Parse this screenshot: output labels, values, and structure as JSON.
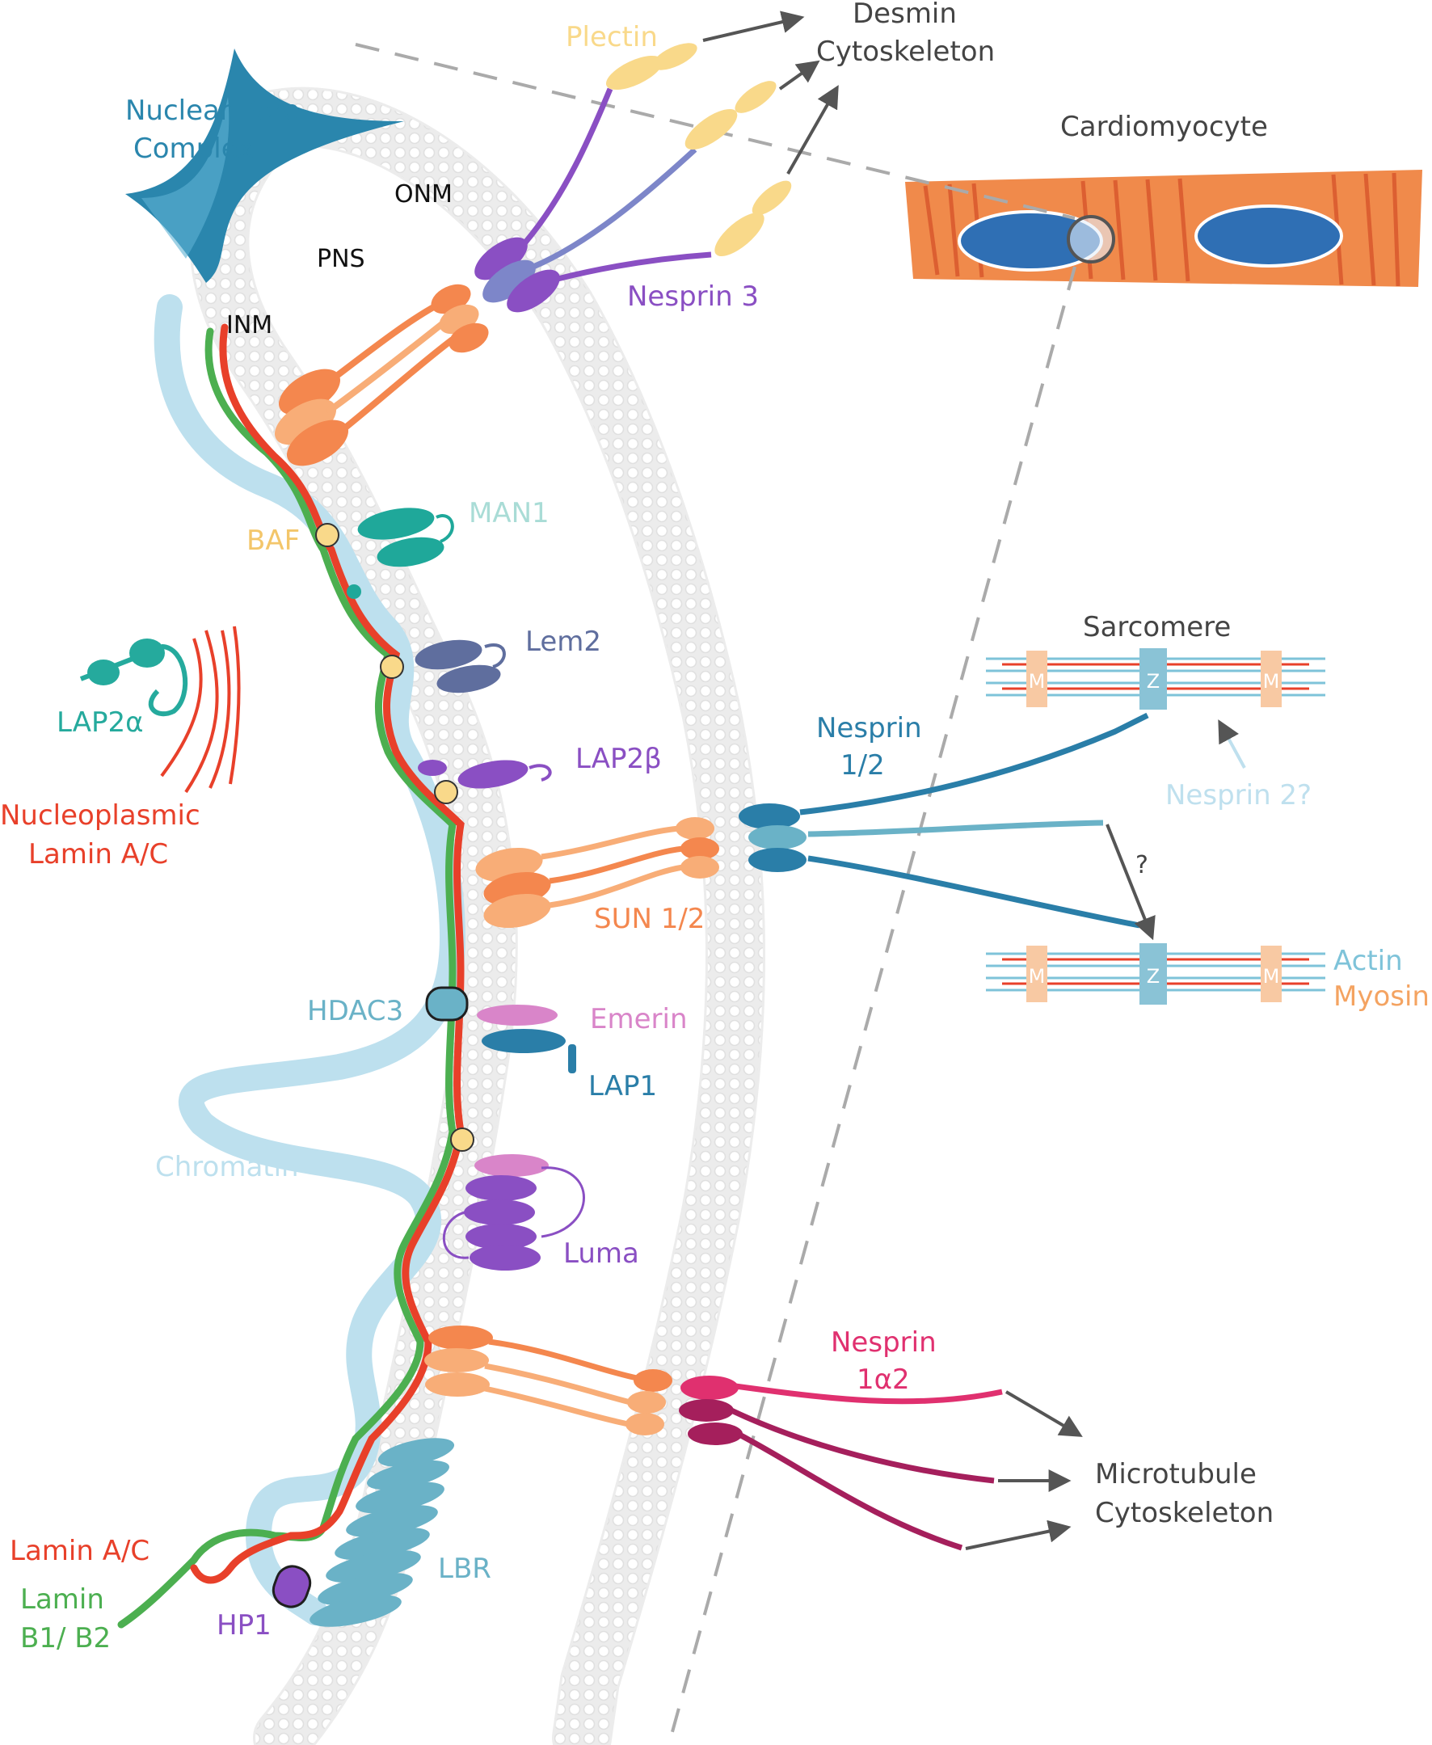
{
  "labels": {
    "nuclear_pore_1": "Nuclear Pore",
    "nuclear_pore_2": "Complex",
    "plectin": "Plectin",
    "desmin_1": "Desmin",
    "desmin_2": "Cytoskeleton",
    "cardiomyocyte": "Cardiomyocyte",
    "onm": "ONM",
    "pns": "PNS",
    "inm": "INM",
    "nesprin3": "Nesprin 3",
    "man1": "MAN1",
    "baf": "BAF",
    "lem2": "Lem2",
    "lap2a": "LAP2α",
    "lap2b": "LAP2β",
    "nucleoplasmic_1": "Nucleoplasmic",
    "nucleoplasmic_2": "Lamin A/C",
    "sarcomere": "Sarcomere",
    "nesprin12_1": "Nesprin",
    "nesprin12_2": "1/2",
    "nesprin2q": "Nesprin 2?",
    "question": "?",
    "sun12": "SUN 1/2",
    "hdac3": "HDAC3",
    "emerin": "Emerin",
    "lap1": "LAP1",
    "actin": "Actin",
    "myosin": "Myosin",
    "chromatin": "Chromatin",
    "luma": "Luma",
    "nesprin1a2_1": "Nesprin",
    "nesprin1a2_2": "1α2",
    "microtubule_1": "Microtubule",
    "microtubule_2": "Cytoskeleton",
    "lamin_ac": "Lamin A/C",
    "lamin_b_1": "Lamin",
    "lamin_b_2": "B1/ B2",
    "lbr": "LBR",
    "hp1": "HP1",
    "band_m": "M",
    "band_z": "Z"
  },
  "colors": {
    "nuclear_pore": "#2a86ad",
    "plectin": "#f9d98a",
    "nesprin3": "#8a4fc3",
    "man1": "#a9dcd6",
    "man1_protein": "#1fa89a",
    "baf": "#f3c66a",
    "lem2": "#5f6e9e",
    "lap2": "#8a4fc3",
    "lap2a": "#25aa9d",
    "lamin_ac": "#e8402a",
    "lamin_b": "#4caf50",
    "nesprin12": "#2a7ea8",
    "nesprin2q": "#bfe0ee",
    "sun": "#f4874e",
    "sun_light": "#f8ad77",
    "emerin": "#d985c9",
    "lap1": "#2a7ea8",
    "hdac3": "#6ab2c7",
    "chromatin": "#bde0ee",
    "luma": "#8a4fc3",
    "nesprin1a2": "#e0306f",
    "nesprin1a2_dark": "#a51f5c",
    "lbr": "#6ab2c7",
    "hp1": "#8a4fc3",
    "actin": "#7ec3d9",
    "myosin": "#f4a361",
    "text_dark": "#444444",
    "membrane": "#d9d9d9",
    "cardiomyocyte": "#f08a4b",
    "nucleus": "#2f6fb4"
  }
}
